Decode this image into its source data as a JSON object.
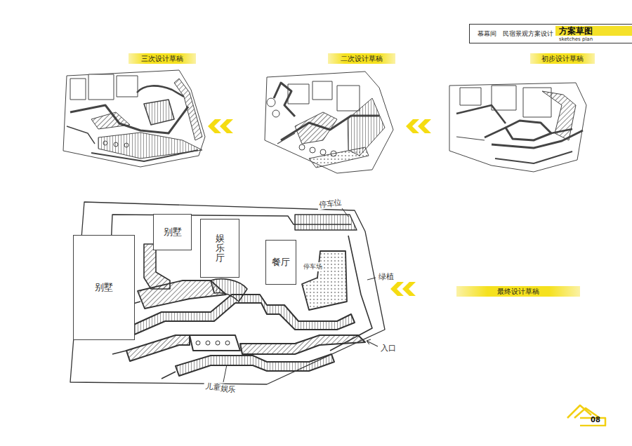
{
  "diagram": {
    "nodes": [
      {
        "text": [
          "慕幕间",
          "民宿景观方案设计"
        ]
      },
      {
        "text": [
          "方案草图",
          "sketches plan"
        ],
        "in": 0
      },
      {
        "text": [
          "三次设计草稿"
        ]
      },
      {
        "text": [
          "二次设计草稿"
        ]
      },
      {
        "text": [
          "初步设计草稿"
        ]
      },
      {
        "text": [
          "别墅"
        ]
      },
      {
        "text": [
          "别墅"
        ]
      },
      {
        "text": [
          "娱乐厅"
        ]
      },
      {
        "text": [
          "餐厅"
        ]
      },
      {
        "text": [
          "最终设计草稿"
        ]
      },
      {
        "text": [
          "08"
        ]
      }
    ],
    "labels": [
      "停车位",
      "绿植",
      "停车场",
      "入口",
      "儿童娱乐"
    ]
  }
}
